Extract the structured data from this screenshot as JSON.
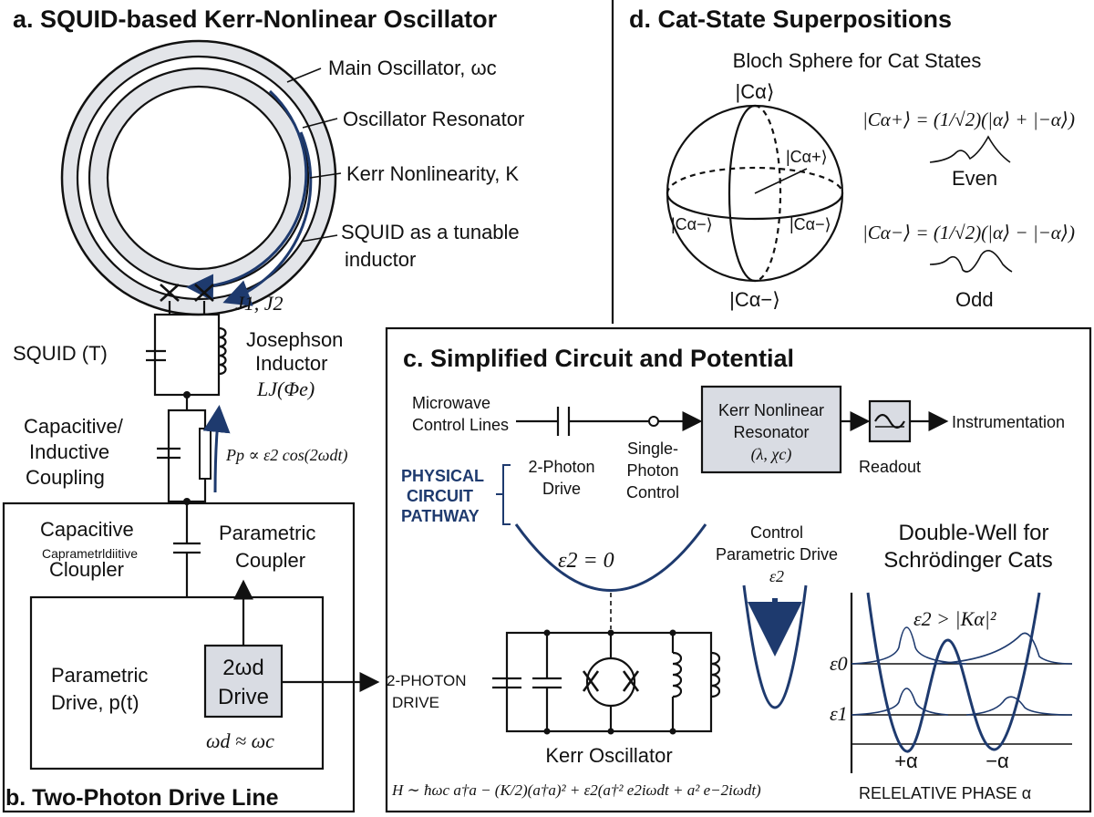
{
  "panel_a": {
    "title": "a. SQUID-based Kerr-Nonlinear Oscillator",
    "main_osc": "Main Oscillator, ωc",
    "resonator": "Oscillator Resonator",
    "kerr": "Kerr Nonlinearity, K",
    "squid_line1": "SQUID as a tunable",
    "squid_line2": "inductor",
    "junctions": "J1, J2",
    "squid_t": "SQUID (T)",
    "jos_line1": "Josephson",
    "jos_line2": "Inductor",
    "jos_line3": "LJ(Φe)",
    "cap_line1": "Capacitive/",
    "cap_line2": "Inductive",
    "cap_line3": "Coupling",
    "pump": "Pp ∝ ε2 cos(2ωdt)"
  },
  "panel_b": {
    "title": "b. Two-Photon Drive Line",
    "cap_coupler_line1": "Capacitive",
    "cap_coupler_small": "Caprametrldiitive",
    "cap_coupler_line2": "Cloupler",
    "param_coupler_line1": "Parametric",
    "param_coupler_line2": "Coupler",
    "param_drive_line1": "Parametric",
    "param_drive_line2": "Drive, p(t)",
    "drive_box_line1": "2ωd",
    "drive_box_line2": "Drive",
    "resonance": "ωd ≈ ωc"
  },
  "panel_c": {
    "title": "c. Simplified Circuit and Potential",
    "mw_line1": "Microwave",
    "mw_line2": "Control Lines",
    "two_photon_line1": "2-Photon",
    "two_photon_line2": "Drive",
    "single_line1": "Single-",
    "single_line2": "Photon",
    "single_line3": "Control",
    "kerr_box_line1": "Kerr Nonlinear",
    "kerr_box_line2": "Resonator",
    "kerr_box_line3": "(λ, χc)",
    "readout": "Readout",
    "instrumentation": "Instrumentation",
    "pathway_line1": "PHYSICAL",
    "pathway_line2": "CIRCUIT",
    "pathway_line3": "PATHWAY",
    "eps_zero": "ε2 = 0",
    "control_line1": "Control",
    "control_line2": "Parametric Drive",
    "control_line3": "ε2",
    "two_photon_drive_line1": "2-PHOTON",
    "two_photon_drive_line2": "DRIVE",
    "kerr_osc": "Kerr Oscillator",
    "hamiltonian": "H ∼ ħωc a†a − (K/2)(a†a)² + ε2(a†² e2iωdt + a² e−2iωdt)",
    "dw_line1": "Double-Well for",
    "dw_line2": "Schrödinger Cats",
    "dw_cond": "ε2 > |Kα|²",
    "eps0": "ε0",
    "eps1": "ε1",
    "plus_alpha": "+α",
    "minus_alpha": "−α",
    "axis": "RELELATIVE PHASE α"
  },
  "panel_d": {
    "title": "d. Cat-State Superpositions",
    "bloch_title": "Bloch Sphere for Cat States",
    "top_state": "|Cα⟩",
    "bottom_state": "|Cα−⟩",
    "inner_plus": "|Cα+⟩",
    "inner_left": "|Cα−⟩",
    "inner_right": "|Cα−⟩",
    "even_eq": "|Cα+⟩ = (1/√2)(|α⟩ + |−α⟩)",
    "even": "Even",
    "odd_eq": "|Cα−⟩ = (1/√2)(|α⟩ − |−α⟩)",
    "odd": "Odd"
  },
  "colors": {
    "accent": "#1e3a6e",
    "box_fill": "#d9dce3",
    "ring_fill": "#e3e5e9"
  }
}
